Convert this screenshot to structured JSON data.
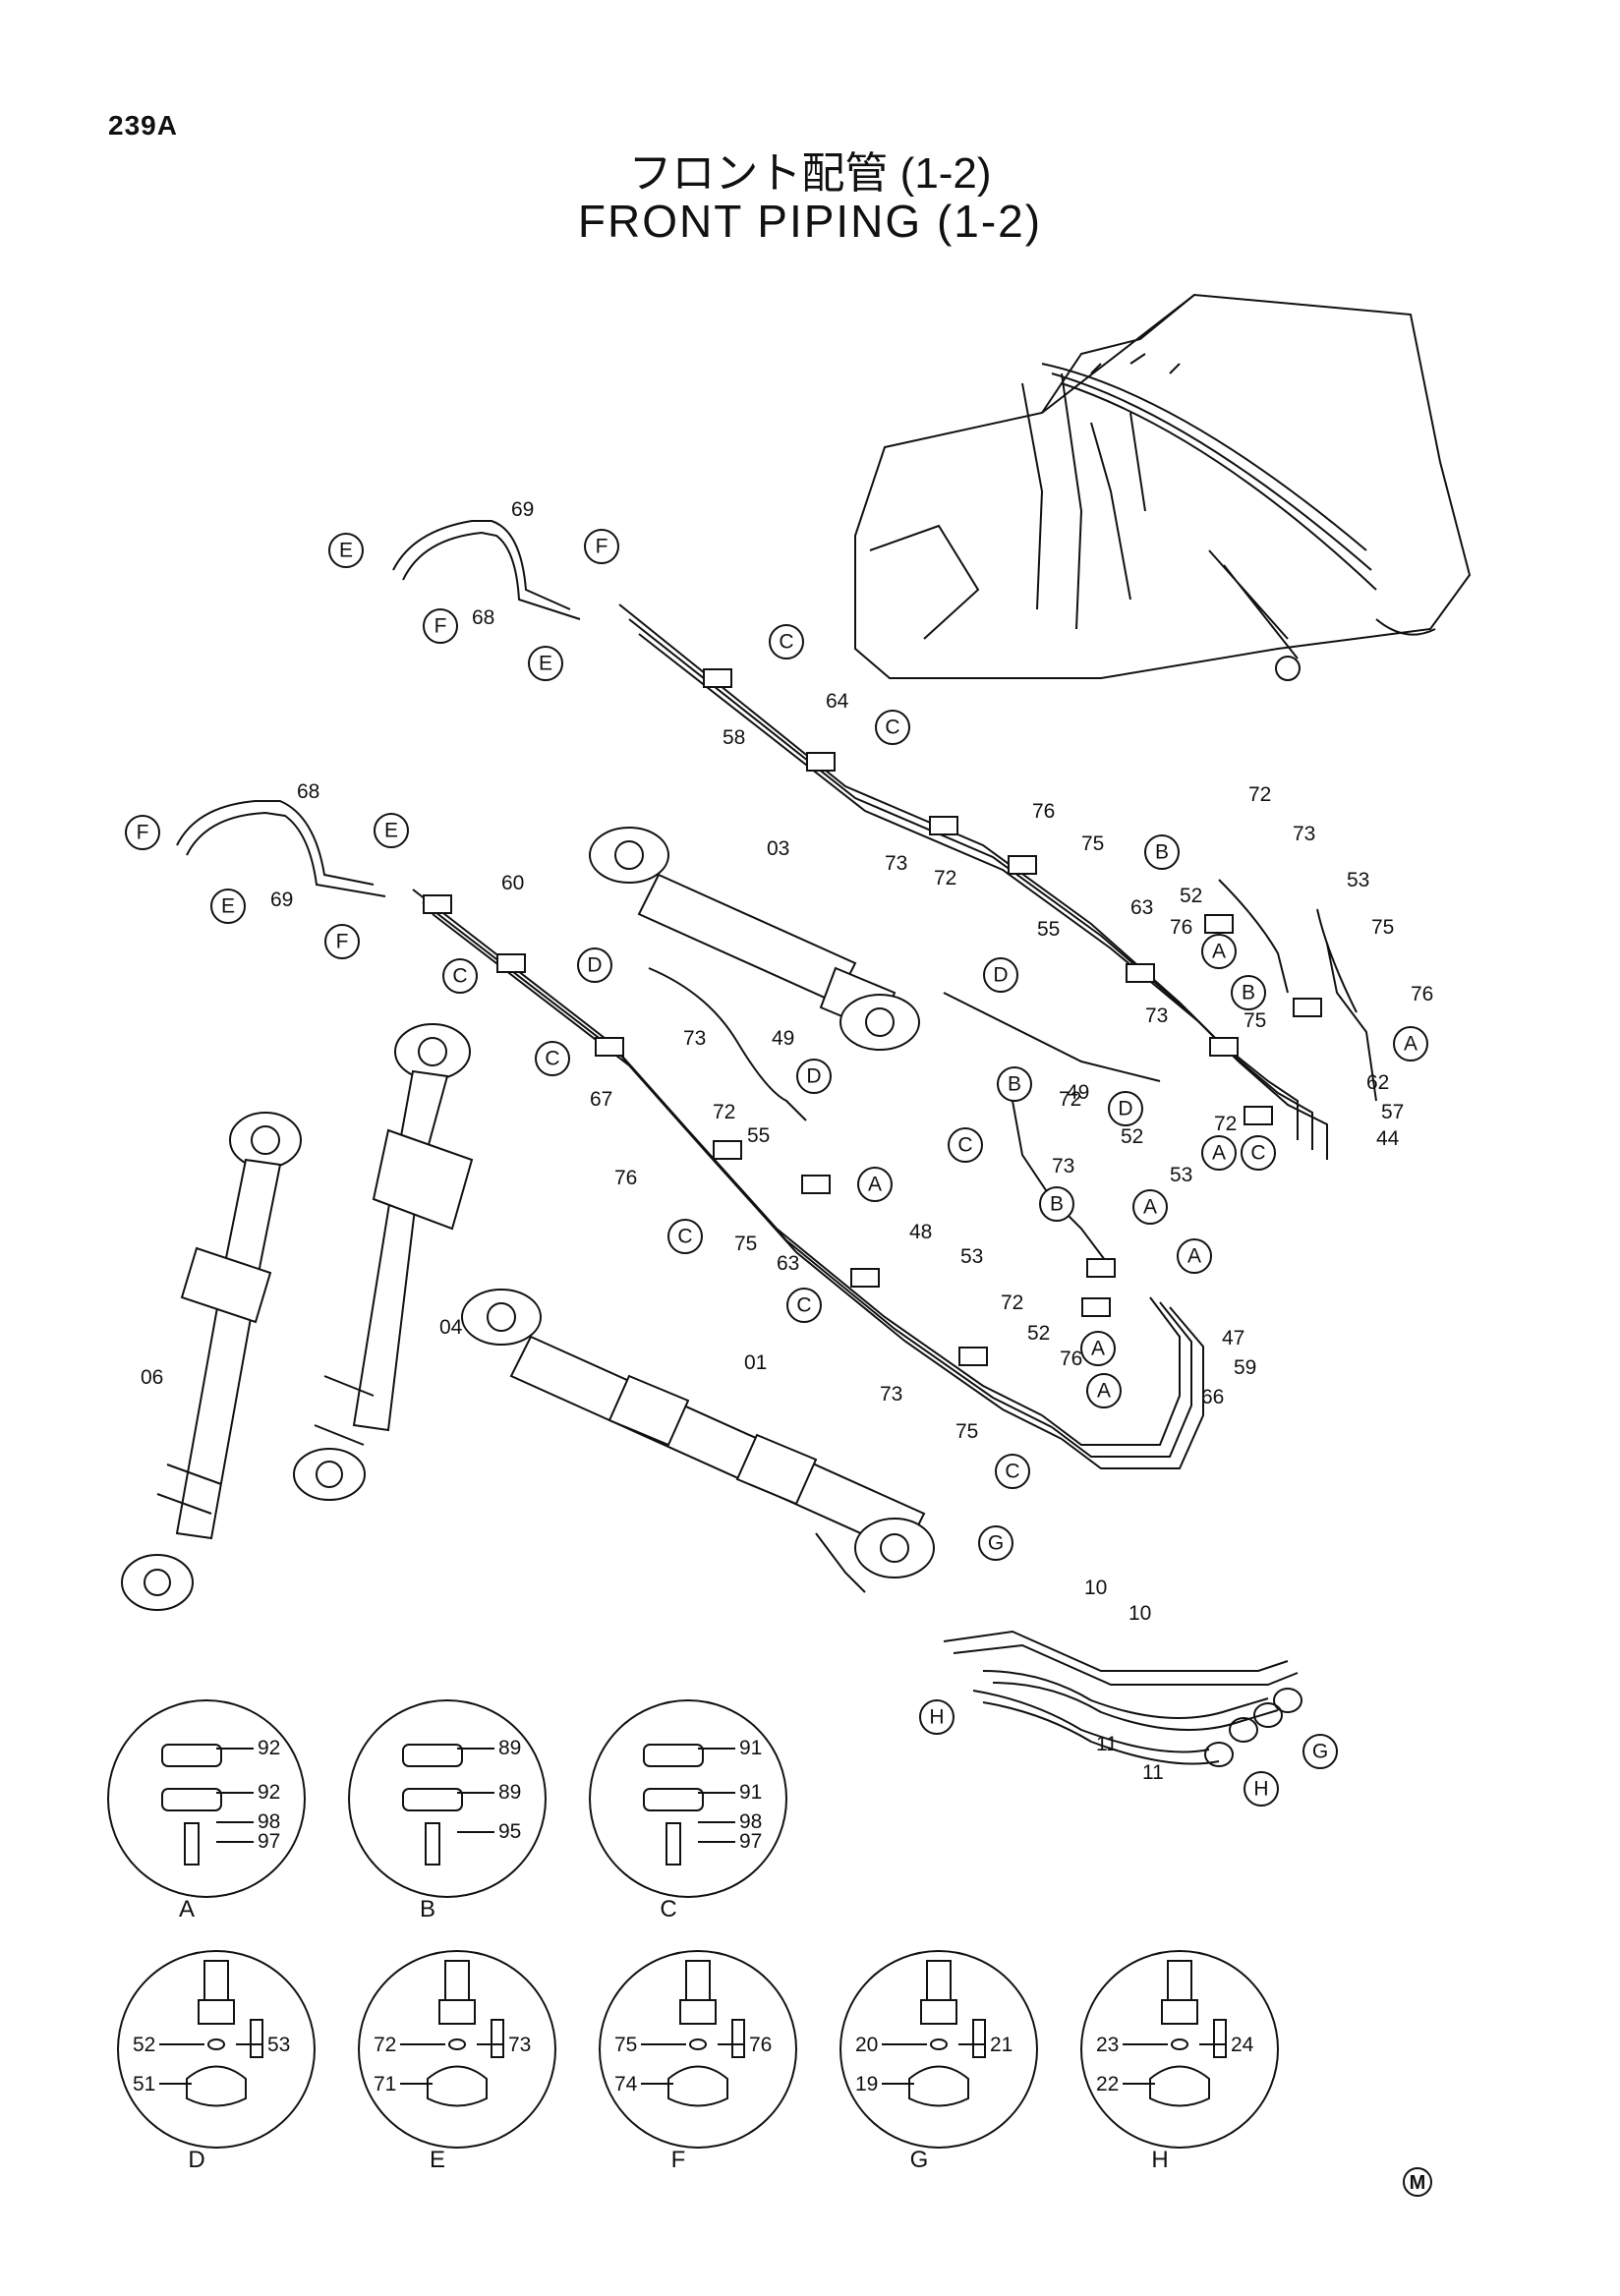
{
  "header": {
    "page_code": "239A",
    "title_jp": "フロント配管 (1-2)",
    "title_en": "FRONT PIPING (1-2)"
  },
  "callouts": {
    "upper_arm": [
      "69",
      "68",
      "64",
      "58",
      "76",
      "73",
      "72",
      "75",
      "63",
      "55",
      "72",
      "73",
      "53",
      "52",
      "75",
      "76",
      "73",
      "75",
      "76",
      "62",
      "57",
      "44",
      "72",
      "52",
      "53",
      "72",
      "73"
    ],
    "boom": [
      "68",
      "69",
      "60",
      "03",
      "49",
      "49",
      "73",
      "72",
      "67",
      "55",
      "76",
      "75",
      "63",
      "48",
      "53",
      "72",
      "52",
      "76",
      "73",
      "75",
      "47",
      "59",
      "66"
    ],
    "cylinders": [
      "04",
      "06",
      "01",
      "10",
      "10",
      "11",
      "11"
    ]
  },
  "detail_views": [
    {
      "id": "A",
      "parts": [
        "92",
        "92",
        "98",
        "97"
      ]
    },
    {
      "id": "B",
      "parts": [
        "89",
        "89",
        "95"
      ]
    },
    {
      "id": "C",
      "parts": [
        "91",
        "91",
        "98",
        "97"
      ]
    },
    {
      "id": "D",
      "parts": [
        "52",
        "53",
        "51"
      ]
    },
    {
      "id": "E",
      "parts": [
        "72",
        "73",
        "71"
      ]
    },
    {
      "id": "F",
      "parts": [
        "75",
        "76",
        "74"
      ]
    },
    {
      "id": "G",
      "parts": [
        "20",
        "21",
        "19"
      ]
    },
    {
      "id": "H",
      "parts": [
        "23",
        "24",
        "22"
      ]
    }
  ],
  "corner_mark": "M",
  "colors": {
    "line": "#111111",
    "background": "#ffffff"
  }
}
